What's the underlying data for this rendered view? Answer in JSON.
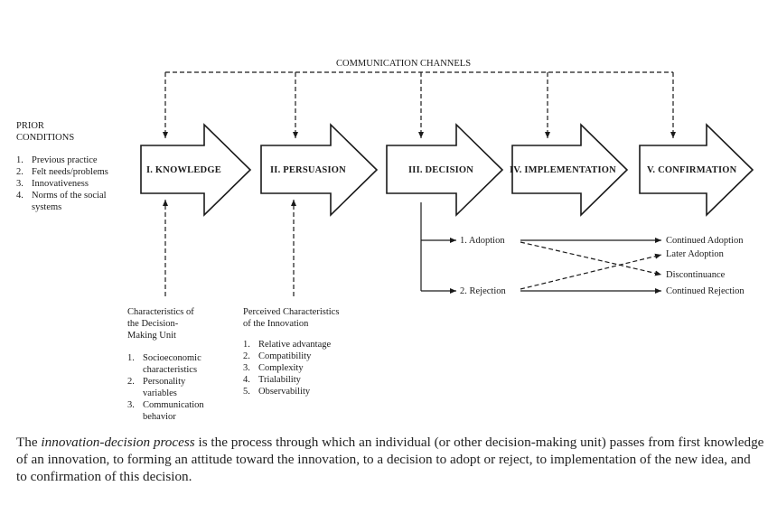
{
  "channels_label": "COMMUNICATION CHANNELS",
  "prior_conditions": {
    "title_line1": "PRIOR",
    "title_line2": "CONDITIONS",
    "items": [
      {
        "num": "1.",
        "line1": "Previous practice",
        "line2": ""
      },
      {
        "num": "2.",
        "line1": "Felt needs/problems",
        "line2": ""
      },
      {
        "num": "3.",
        "line1": "Innovativeness",
        "line2": ""
      },
      {
        "num": "4.",
        "line1": "Norms of the social",
        "line2": "systems"
      }
    ]
  },
  "stages": [
    "I.  KNOWLEDGE",
    "II.  PERSUASION",
    "III.  DECISION",
    "IV.  IMPLEMENTATION",
    "V.  CONFIRMATION"
  ],
  "decision_unit": {
    "title_line1": "Characteristics of",
    "title_line2": "the Decision-",
    "title_line3": "Making Unit",
    "items": [
      {
        "num": "1.",
        "line1": "Socioeconomic",
        "line2": "characteristics"
      },
      {
        "num": "2.",
        "line1": "Personality",
        "line2": "variables"
      },
      {
        "num": "3.",
        "line1": "Communication",
        "line2": "behavior"
      }
    ]
  },
  "innovation_chars": {
    "title_line1": "Perceived Characteristics",
    "title_line2": "of the Innovation",
    "items": [
      {
        "num": "1.",
        "label": "Relative advantage"
      },
      {
        "num": "2.",
        "label": "Compatibility"
      },
      {
        "num": "3.",
        "label": "Complexity"
      },
      {
        "num": "4.",
        "label": "Trialability"
      },
      {
        "num": "5.",
        "label": "Observability"
      }
    ]
  },
  "decision_outcomes": {
    "adoption": "1.  Adoption",
    "rejection": "2.  Rejection"
  },
  "confirmation_outcomes": {
    "continued_adoption": "Continued Adoption",
    "later_adoption": "Later Adoption",
    "discontinuance": "Discontinuance",
    "continued_rejection": "Continued Rejection"
  },
  "caption": {
    "part1": "The ",
    "term": "innovation-decision process",
    "part2": " is the process through which an individual (or other decision-making unit) passes from first knowledge of an innovation, to forming an attitude toward the innovation, to a decision to adopt or reject, to implementation of the new idea, and to confirmation of this decision."
  }
}
